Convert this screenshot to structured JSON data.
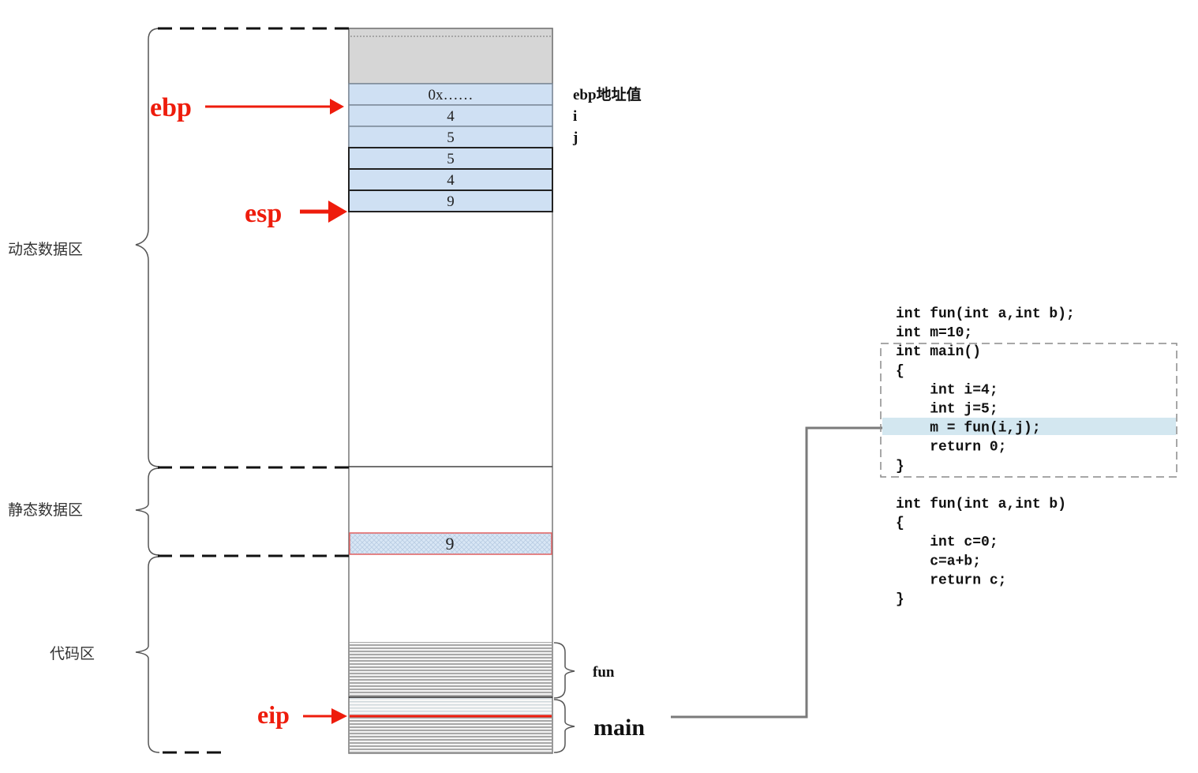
{
  "regions": {
    "dynamic": "动态数据区",
    "static": "静态数据区",
    "code": "代码区"
  },
  "registers": {
    "ebp": "ebp",
    "esp": "esp",
    "eip": "eip"
  },
  "stack_cells": [
    {
      "value": "0x……",
      "annotation": "ebp地址值"
    },
    {
      "value": "4",
      "annotation": "i"
    },
    {
      "value": "5",
      "annotation": "j"
    },
    {
      "value": "5",
      "annotation": ""
    },
    {
      "value": "4",
      "annotation": ""
    },
    {
      "value": "9",
      "annotation": ""
    }
  ],
  "static_cell": {
    "value": "9"
  },
  "code_segments": {
    "fun": "fun",
    "main": "main"
  },
  "code_listing": {
    "lines": [
      "int fun(int a,int b);",
      "int m=10;",
      "int main()",
      "{",
      "    int i=4;",
      "    int j=5;",
      "    m = fun(i,j);",
      "    return 0;",
      "}",
      "",
      "int fun(int a,int b)",
      "{",
      "    int c=0;",
      "    c=a+b;",
      "    return c;",
      "}"
    ],
    "highlighted_line": 6
  },
  "colors": {
    "register_red": "#ee1c0c",
    "stack_fill": "#cfe0f3",
    "reserved_fill": "#d6d6d6",
    "highlight_fill": "#d3e7f0"
  }
}
